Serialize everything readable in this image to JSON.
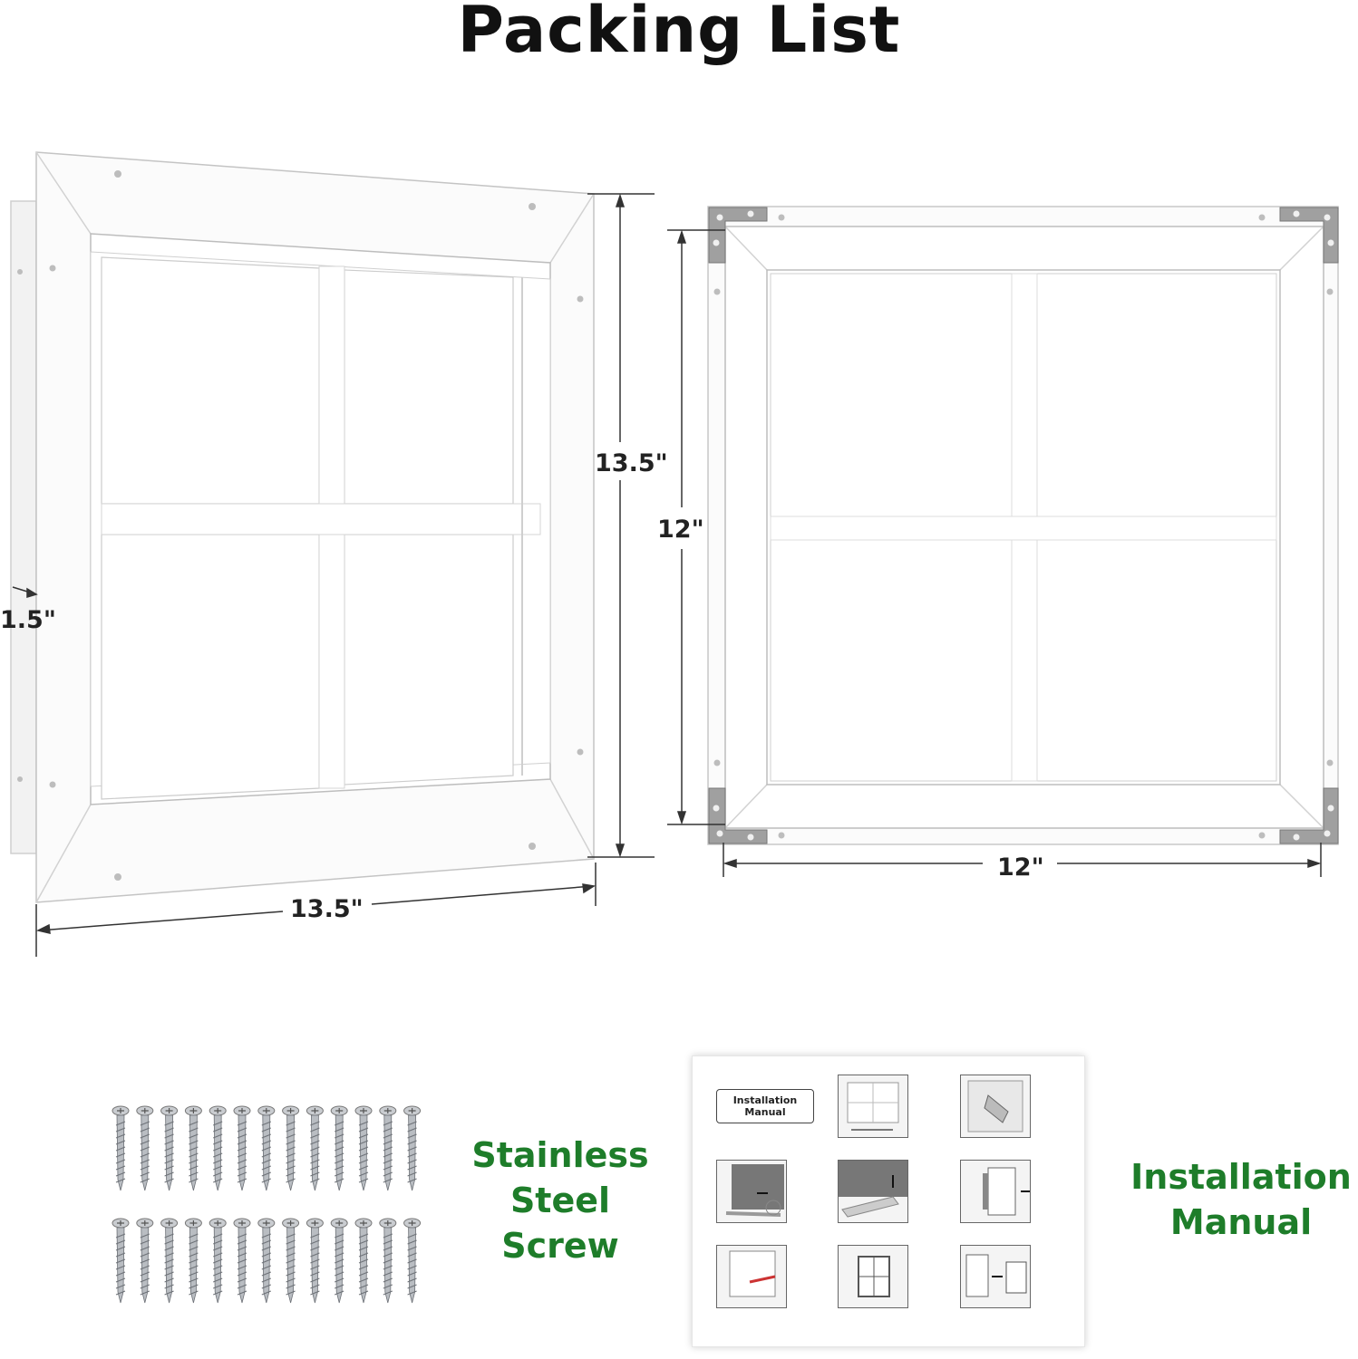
{
  "title": "Packing List",
  "dimensions": {
    "left_height": "13.5\"",
    "left_width": "13.5\"",
    "left_depth": "1.5\"",
    "right_height": "12\"",
    "right_width": "12\""
  },
  "screw_label": [
    "Stainless",
    "Steel",
    "Screw"
  ],
  "manual_label": [
    "Installation",
    "Manual"
  ],
  "manual_sheet": {
    "title_line1": "Installation",
    "title_line2": "Manual"
  },
  "colors": {
    "label_green": "#1e7d2a",
    "frame_white": "#ffffff",
    "frame_edge": "#c8c8c8",
    "bracket_gray": "#9a9a9a"
  }
}
